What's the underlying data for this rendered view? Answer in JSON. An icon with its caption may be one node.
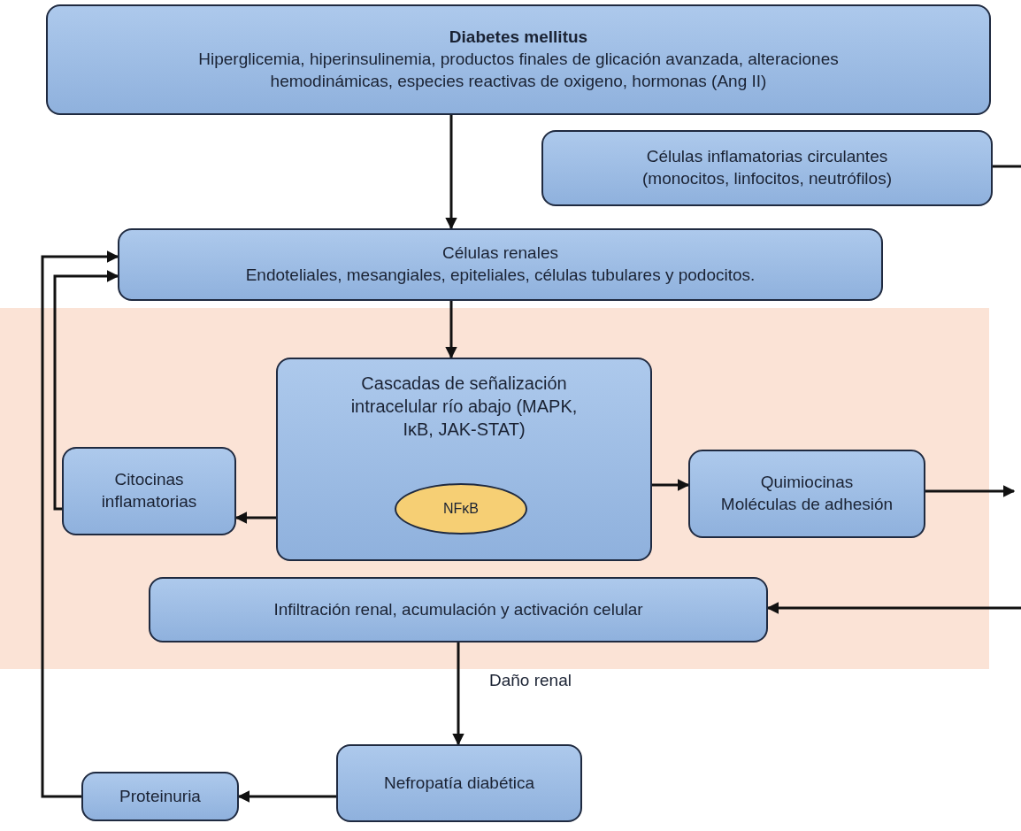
{
  "diagram": {
    "nodes": [
      {
        "text": [
          "Diabetes mellitus",
          "Hiperglicemia, hiperinsulinemia, productos finales de glicación avanzada, alteraciones hemodinámicas, especies reactivas de oxigeno, hormonas (Ang II)"
        ]
      },
      {
        "text": [
          "Células inflamatorias circulantes (monocitos, linfocitos, neutrófilos)"
        ]
      },
      {
        "text": [
          "Células renales",
          "Endoteliales, mesangiales, epiteliales, células tubulares y podocitos."
        ]
      },
      {
        "text": [
          "Cascadas de señalización intracelular río abajo (MAPK, IκB, JAK-STAT)"
        ]
      },
      {
        "text": [
          "NFκB"
        ],
        "in": 3
      },
      {
        "text": [
          "Citocinas inflamatorias"
        ]
      },
      {
        "text": [
          "Quimiocinas",
          "Moléculas de adhesión"
        ]
      },
      {
        "text": [
          "Infiltración renal, acumulación y activación celular"
        ]
      },
      {
        "text": [
          "Nefropatía diabética"
        ]
      },
      {
        "text": [
          "Proteinuria"
        ]
      }
    ],
    "edges": [
      {
        "from": 0,
        "to": 2,
        "arrow": "to"
      },
      {
        "from": 2,
        "to": 3,
        "arrow": "to"
      },
      {
        "from": 3,
        "to": 5,
        "arrow": "to"
      },
      {
        "from": 3,
        "to": 6,
        "arrow": "to"
      },
      {
        "from": 5,
        "to": 2,
        "arrow": "to"
      },
      {
        "from": 9,
        "to": 2,
        "arrow": "to"
      },
      {
        "from": 6,
        "to": null,
        "arrow": "to"
      },
      {
        "from": 1,
        "to": null,
        "arrow": "none"
      },
      {
        "from": null,
        "to": 7,
        "arrow": "to"
      },
      {
        "from": 7,
        "to": 8,
        "arrow": "to",
        "label": "Daño renal"
      },
      {
        "from": 8,
        "to": 9,
        "arrow": "to"
      }
    ]
  }
}
